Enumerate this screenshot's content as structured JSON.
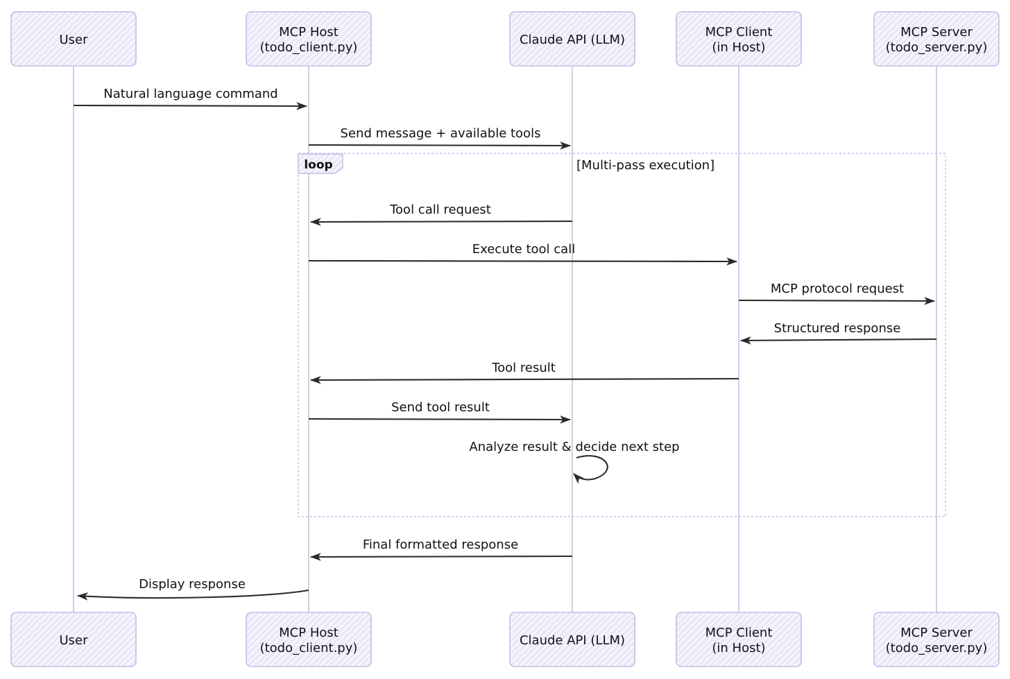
{
  "diagram": {
    "type": "sequence",
    "participants": [
      {
        "id": "user",
        "line1": "User",
        "line2": ""
      },
      {
        "id": "mcp-host",
        "line1": "MCP Host",
        "line2": "(todo_client.py)"
      },
      {
        "id": "claude-api",
        "line1": "Claude API (LLM)",
        "line2": ""
      },
      {
        "id": "mcp-client",
        "line1": "MCP Client",
        "line2": "(in Host)"
      },
      {
        "id": "mcp-server",
        "line1": "MCP Server",
        "line2": "(todo_server.py)"
      }
    ],
    "loop": {
      "label": "loop",
      "condition": "[Multi-pass execution]"
    },
    "messages": [
      {
        "from": "user",
        "to": "mcp-host",
        "label": "Natural language command"
      },
      {
        "from": "mcp-host",
        "to": "claude-api",
        "label": "Send message + available tools"
      },
      {
        "from": "claude-api",
        "to": "mcp-host",
        "label": "Tool call request",
        "in_loop": true
      },
      {
        "from": "mcp-host",
        "to": "mcp-client",
        "label": "Execute tool call",
        "in_loop": true
      },
      {
        "from": "mcp-client",
        "to": "mcp-server",
        "label": "MCP protocol request",
        "in_loop": true
      },
      {
        "from": "mcp-server",
        "to": "mcp-client",
        "label": "Structured response",
        "in_loop": true
      },
      {
        "from": "mcp-client",
        "to": "mcp-host",
        "label": "Tool result",
        "in_loop": true
      },
      {
        "from": "mcp-host",
        "to": "claude-api",
        "label": "Send tool result",
        "in_loop": true
      },
      {
        "from": "claude-api",
        "to": "claude-api",
        "label": "Analyze result & decide next step",
        "self": true,
        "in_loop": true
      },
      {
        "from": "claude-api",
        "to": "mcp-host",
        "label": "Final formatted response"
      },
      {
        "from": "mcp-host",
        "to": "user",
        "label": "Display response"
      }
    ],
    "colors": {
      "participant_fill": "#E9E8F8",
      "participant_hatch": "#F8F7FD",
      "participant_border": "#C3BDE4",
      "lifeline": "#D5CAEC",
      "loop_border": "#CDBCEC",
      "arrow": "#2b2b2b",
      "text": "#111111",
      "background": "#FFFFFF"
    }
  }
}
